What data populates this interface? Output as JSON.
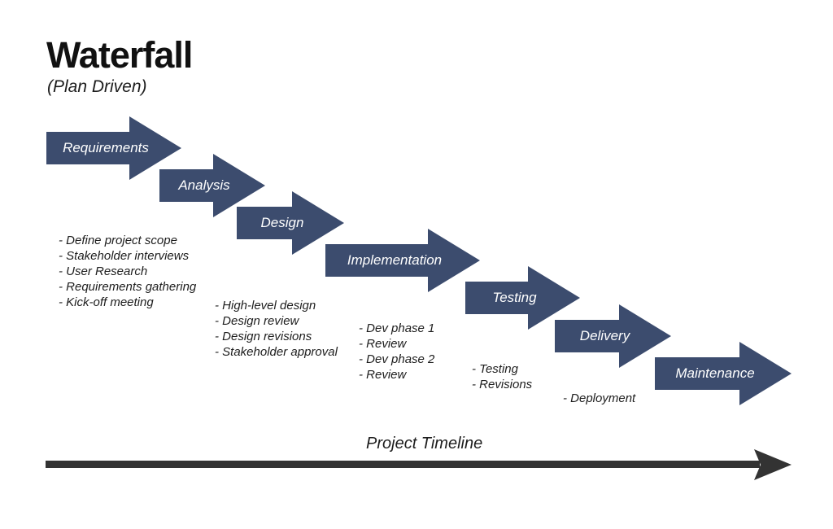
{
  "title": {
    "text": "Waterfall",
    "subtitle": "(Plan Driven)"
  },
  "colors": {
    "phase_arrow": "#3C4C6E",
    "phase_label_text": "#FFFFFF",
    "timeline_arrow": "#333333",
    "body_text": "#1D1D1D"
  },
  "timeline": {
    "label": "Project Timeline"
  },
  "phases": [
    {
      "label": "Requirements",
      "tasks": [
        "- Define project scope",
        "- Stakeholder interviews",
        "- User Research",
        "- Requirements gathering",
        "- Kick-off meeting"
      ]
    },
    {
      "label": "Analysis",
      "tasks": []
    },
    {
      "label": "Design",
      "tasks": [
        "- High-level design",
        "- Design review",
        "- Design revisions",
        "- Stakeholder approval"
      ]
    },
    {
      "label": "Implementation",
      "tasks": [
        "- Dev phase 1",
        "- Review",
        "- Dev phase 2",
        "- Review"
      ]
    },
    {
      "label": "Testing",
      "tasks": [
        "- Testing",
        "- Revisions"
      ]
    },
    {
      "label": "Delivery",
      "tasks": [
        "- Deployment"
      ]
    },
    {
      "label": "Maintenance",
      "tasks": []
    }
  ]
}
